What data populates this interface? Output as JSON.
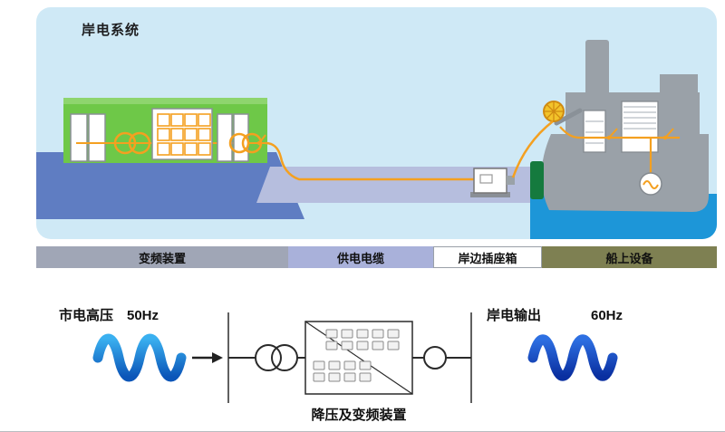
{
  "title": "岸电系统",
  "legend_bar": {
    "segments": [
      {
        "label": "变频装置",
        "color": "#a0a6b6"
      },
      {
        "label": "供电电缆",
        "color": "#a9b1da"
      },
      {
        "label": "岸边插座箱",
        "color": "#ffffff"
      },
      {
        "label": "船上设备",
        "color": "#7e8052"
      }
    ]
  },
  "circuit": {
    "input_label": "市电高压",
    "input_freq": "50Hz",
    "output_label": "岸电输出",
    "output_freq": "60Hz",
    "device_label": "降压及变频装置"
  },
  "scene": {
    "colors": {
      "panel_bg": "#cfe9f6",
      "building_green": "#6ec848",
      "dock_blue": "#5f7dc2",
      "pier_lavender": "#b6bede",
      "water_blue": "#1d96d8",
      "ship_gray": "#9aa1a8",
      "cable_orange": "#f4a020",
      "wave_left_blue": "#0b55b8",
      "wave_right_blue": "#0a2fa0",
      "bollard_green": "#157a3e",
      "reel_yellow": "#f2c32a"
    },
    "icons": {
      "transformer": "two-overlapping-circles",
      "converter_modules": "orange-grid",
      "disconnect_switch": "dot-with-slanted-line",
      "cable_reel": "spoked-wheel",
      "generator": "circle-with-tilde",
      "shore_socket": "box-with-connector"
    }
  }
}
